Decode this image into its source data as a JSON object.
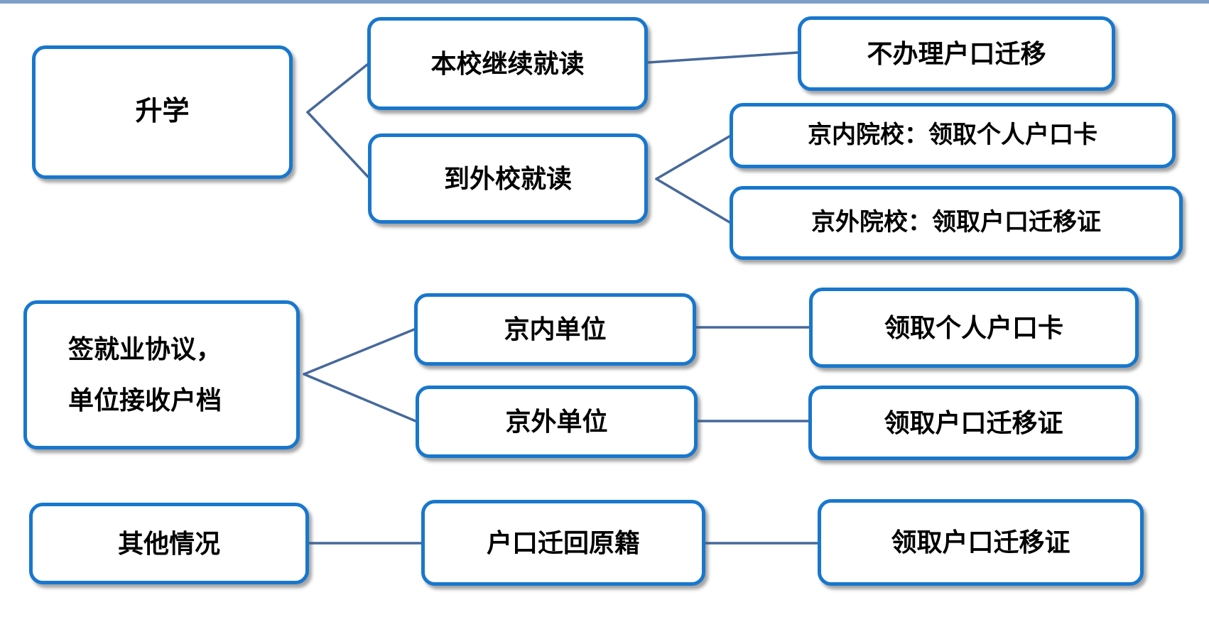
{
  "diagram": {
    "nodes": [
      {
        "id": "shengxue",
        "label": "升学"
      },
      {
        "id": "benxiao-jixu-jiudu",
        "label": "本校继续就读"
      },
      {
        "id": "dao-waixiao-jiudu",
        "label": "到外校就读"
      },
      {
        "id": "bu-banli-hukou-qianyi",
        "label": "不办理户口迁移"
      },
      {
        "id": "jingnei-yuanxiao",
        "label": "京内院校：领取个人户口卡"
      },
      {
        "id": "jingwai-yuanxiao",
        "label": "京外院校：领取户口迁移证"
      },
      {
        "id": "qian-jiuye-xieyi",
        "label": "签就业协议，单位接收户档",
        "lines": [
          "签就业协议，",
          "单位接收户档"
        ]
      },
      {
        "id": "jingnei-danwei",
        "label": "京内单位"
      },
      {
        "id": "jingwai-danwei",
        "label": "京外单位"
      },
      {
        "id": "lingqu-geren-hukou-ka",
        "label": "领取个人户口卡"
      },
      {
        "id": "lingqu-hukou-qianyi-zheng",
        "label": "领取户口迁移证"
      },
      {
        "id": "qita-qingkuang",
        "label": "其他情况"
      },
      {
        "id": "hukou-qianhui-yuanji",
        "label": "户口迁回原籍"
      },
      {
        "id": "lingqu-hukou-qianyi-zheng-2",
        "label": "领取户口迁移证"
      }
    ],
    "edges": [
      {
        "from": "shengxue",
        "to": "benxiao-jixu-jiudu"
      },
      {
        "from": "shengxue",
        "to": "dao-waixiao-jiudu"
      },
      {
        "from": "benxiao-jixu-jiudu",
        "to": "bu-banli-hukou-qianyi"
      },
      {
        "from": "dao-waixiao-jiudu",
        "to": "jingnei-yuanxiao"
      },
      {
        "from": "dao-waixiao-jiudu",
        "to": "jingwai-yuanxiao"
      },
      {
        "from": "qian-jiuye-xieyi",
        "to": "jingnei-danwei"
      },
      {
        "from": "qian-jiuye-xieyi",
        "to": "jingwai-danwei"
      },
      {
        "from": "jingnei-danwei",
        "to": "lingqu-geren-hukou-ka"
      },
      {
        "from": "jingwai-danwei",
        "to": "lingqu-hukou-qianyi-zheng"
      },
      {
        "from": "qita-qingkuang",
        "to": "hukou-qianhui-yuanji"
      },
      {
        "from": "hukou-qianhui-yuanji",
        "to": "lingqu-hukou-qianyi-zheng-2"
      }
    ],
    "colors": {
      "box_border": "#1877cd",
      "connector": "#46699b",
      "top_bar": "#7d9fc9",
      "text": "#000000",
      "box_fill": "#ffffff"
    }
  }
}
